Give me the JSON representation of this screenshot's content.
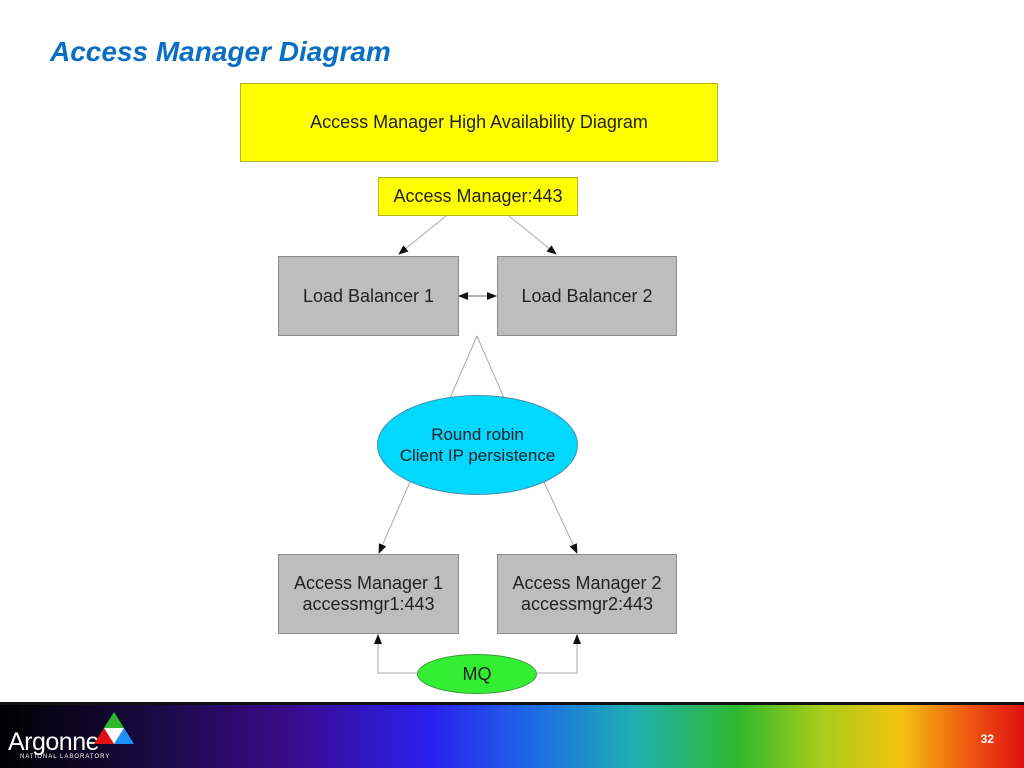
{
  "slide": {
    "title": "Access Manager Diagram",
    "page_number": "32"
  },
  "diagram": {
    "header": "Access Manager High Availability Diagram",
    "entry_point": "Access Manager:443",
    "load_balancers": [
      {
        "label": "Load Balancer 1"
      },
      {
        "label": "Load Balancer 2"
      }
    ],
    "policy": {
      "line1": "Round robin",
      "line2": "Client IP persistence"
    },
    "access_managers": [
      {
        "line1": "Access Manager 1",
        "line2": "accessmgr1:443"
      },
      {
        "line1": "Access Manager 2",
        "line2": "accessmgr2:443"
      }
    ],
    "message_queue": "MQ"
  },
  "footer": {
    "logo_text": "Argonne",
    "logo_subtext": "NATIONAL LABORATORY"
  },
  "colors": {
    "title_blue": "#0a6fc2",
    "box_yellow": "#ffff00",
    "box_gray": "#bdbdbd",
    "ellipse_cyan": "#00d8ff",
    "ellipse_green": "#33ee33"
  }
}
